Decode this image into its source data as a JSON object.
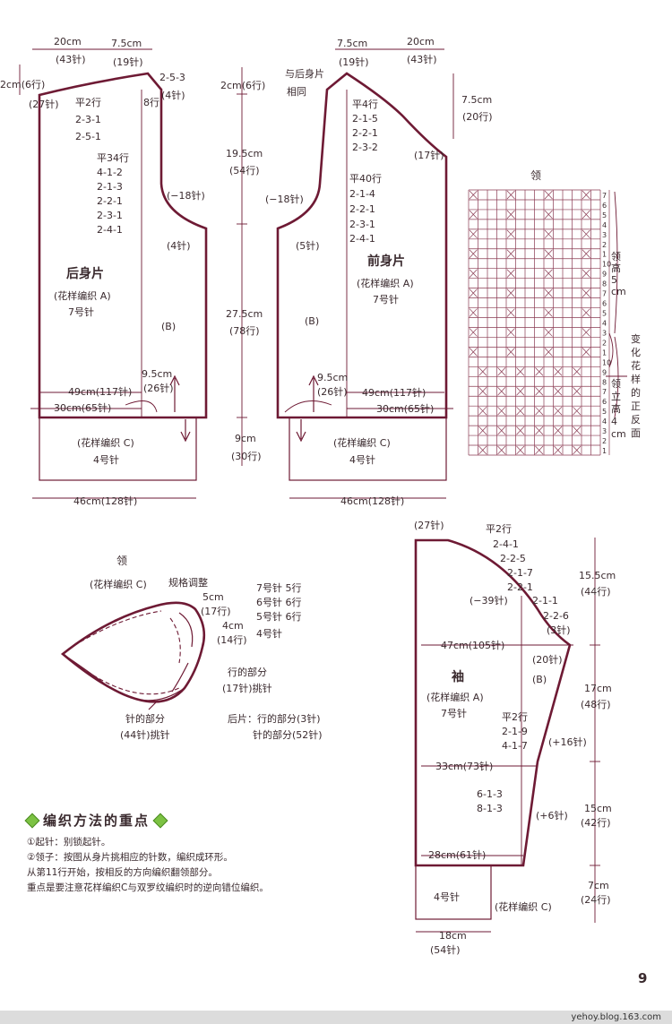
{
  "back_piece": {
    "title": "后身片",
    "pattern": "(花样编织 A)",
    "needle": "7号针",
    "shoulder_w": "20cm",
    "shoulder_st": "(43针)",
    "neck_w": "7.5cm",
    "neck_st": "(19针)",
    "shoulder_h": "2cm(6行)",
    "side_st": "(27针)",
    "neck_dec": [
      "2-5-3",
      "(4针)"
    ],
    "neck_rows": "8行",
    "shoulder_dec": [
      "平2行",
      "2-3-1",
      "2-5-1"
    ],
    "armhole_dec": [
      "平34行",
      "4-1-2",
      "2-1-3",
      "2-2-1",
      "2-3-1",
      "2-4-1"
    ],
    "armhole_total": "(−18针)",
    "side_inc": "(4针)",
    "b_label": "(B)",
    "hem_w1": "49cm(117针)",
    "hem_w2": "30cm(65针)",
    "slit_w": "9.5cm",
    "slit_st": "(26针)",
    "rib_pattern": "(花样编织 C)",
    "rib_needle": "4号针",
    "rib_w": "46cm(128针)"
  },
  "center_dims": {
    "shoulder": "2cm(6行)",
    "armhole_h": "19.5cm",
    "armhole_rows": "(54行)",
    "body_h": "27.5cm",
    "body_rows": "(78行)",
    "rib_h": "9cm",
    "rib_rows": "(30行)"
  },
  "front_piece": {
    "title": "前身片",
    "pattern": "(花样编织 A)",
    "needle": "7号针",
    "neck_w": "7.5cm",
    "neck_st": "(19针)",
    "shoulder_w": "20cm",
    "shoulder_st": "(43针)",
    "same_as_back": [
      "与后身片",
      "相同"
    ],
    "neck_h": "7.5cm",
    "neck_rows": "(20行)",
    "neck_dec": [
      "平4行",
      "2-1-5",
      "2-2-1",
      "2-3-2"
    ],
    "armhole_dec": [
      "平40行",
      "2-1-4",
      "2-2-1",
      "2-3-1",
      "2-4-1"
    ],
    "side_st": "(17针)",
    "armhole_total": "(−18针)",
    "side_inc": "(5针)",
    "b_label": "(B)",
    "slit_w": "9.5cm",
    "slit_st": "(26针)",
    "hem_w1": "49cm(117针)",
    "hem_w2": "30cm(65针)",
    "rib_pattern": "(花样编织 C)",
    "rib_needle": "4号针",
    "rib_w": "46cm(128针)"
  },
  "collar_chart": {
    "title": "领",
    "row_numbers": [
      "7",
      "6",
      "5",
      "4",
      "3",
      "2",
      "1",
      "10",
      "9",
      "8",
      "7",
      "6",
      "5",
      "4",
      "3",
      "2",
      "1",
      "10",
      "9",
      "8",
      "7",
      "6",
      "5",
      "4",
      "3",
      "2",
      "1"
    ],
    "label_top": [
      "领",
      "高",
      "5",
      "cm"
    ],
    "label_mid": [
      "变",
      "化",
      "花",
      "样",
      "的",
      "正",
      "反",
      "面"
    ],
    "label_bottom": [
      "领",
      "立",
      "高",
      "4",
      "cm"
    ]
  },
  "collar": {
    "title": "领",
    "pattern": "(花样编织 C)",
    "adjust": "规格调整",
    "h1": "5cm",
    "h1_rows": "(17行)",
    "h2": "4cm",
    "h2_rows": "(14行)",
    "needle_rows": [
      "7号针  5行",
      "6号针  6行",
      "5号针  6行",
      "4号针"
    ],
    "row_part": [
      "行的部分",
      "(17针)挑针"
    ],
    "st_part": [
      "针的部分",
      "(44针)挑针"
    ],
    "back_note": [
      "后片：行的部分(3针)",
      "针的部分(52针)"
    ]
  },
  "sleeve": {
    "title": "袖",
    "pattern": "(花样编织 A)",
    "needle": "7号针",
    "top_st": "(27针)",
    "cap_dec": [
      "平2行",
      "2-4-1",
      "2-2-5",
      "2-1-7",
      "2-2-1",
      "2-1-1",
      "2-2-6",
      "(3针)"
    ],
    "cap_total": "(−39针)",
    "upper_w": "47cm(105针)",
    "upper_st2": "(20针)",
    "b_label": "(B)",
    "inc_a": [
      "平2行",
      "2-1-9",
      "4-1-7"
    ],
    "inc_a_total": "(+16针)",
    "mid_w": "33cm(73针)",
    "inc_b": [
      "6-1-3",
      "8-1-3"
    ],
    "inc_b_total": "(+6针)",
    "cuff_w": "28cm(61针)",
    "cuff_needle": "4号针",
    "cuff_pattern": "(花样编织 C)",
    "cuff_bottom_w": "18cm",
    "cuff_bottom_st": "(54针)",
    "cap_h": "15.5cm",
    "cap_rows": "(44行)",
    "upper_h": "17cm",
    "upper_rows": "(48行)",
    "lower_h": "15cm",
    "lower_rows": "(42行)",
    "cuff_h": "7cm",
    "cuff_rows": "(24行)"
  },
  "notes": {
    "title": "编织方法的重点",
    "lines": [
      "①起针：别锁起针。",
      "②领子：按图从身片挑相应的针数，编织成环形。",
      "从第11行开始，按相反的方向编织翻领部分。",
      "重点是要注意花样编织C与双罗纹编织时的逆向错位编织。"
    ]
  },
  "page_number": "9",
  "footer_url": "yehoy.blog.163.com",
  "colors": {
    "line": "#6e1a34",
    "text": "#3a2a2e",
    "accent": "#7cc243"
  }
}
